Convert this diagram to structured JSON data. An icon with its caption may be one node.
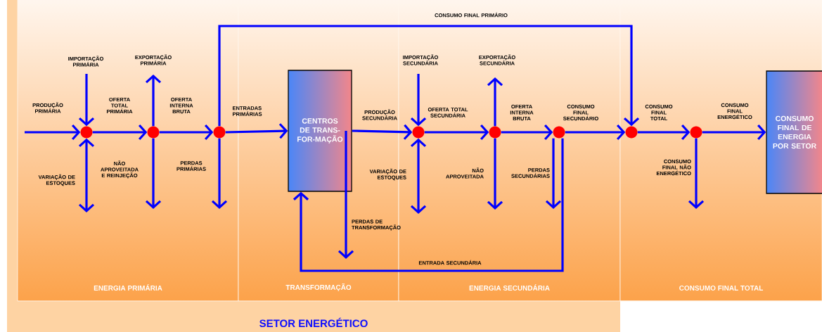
{
  "diagram": {
    "nodes": [
      {
        "text": [
          "SETOR ENERGÉTICO"
        ]
      },
      {
        "text": [
          "ENERGIA PRIMÁRIA"
        ],
        "in": 0
      },
      {
        "text": [],
        "shape": "circle",
        "in": 1
      },
      {
        "text": [],
        "shape": "circle",
        "in": 1
      },
      {
        "text": [],
        "shape": "circle",
        "in": 1
      },
      {
        "text": [
          "TRANSFORMAÇÃO"
        ],
        "in": 0
      },
      {
        "text": [
          "CENTROS DE TRANS-FOR-MAÇÃO"
        ],
        "in": 5
      },
      {
        "text": [
          "ENERGIA SECUNDÁRIA"
        ],
        "in": 0
      },
      {
        "text": [],
        "shape": "circle",
        "in": 7
      },
      {
        "text": [],
        "shape": "circle",
        "in": 7
      },
      {
        "text": [],
        "shape": "circle",
        "in": 7
      },
      {
        "text": [
          "CONSUMO FINAL TOTAL"
        ]
      },
      {
        "text": [],
        "shape": "circle",
        "in": 11
      },
      {
        "text": [],
        "shape": "circle",
        "in": 11
      },
      {
        "text": [
          "CONSUMO FINAL DE ENERGIA POR SETOR"
        ],
        "in": 11
      }
    ],
    "edges": [
      {
        "from": null,
        "to": 2,
        "arrow": "to",
        "label": "PRODUÇÃO PRIMÁRIA"
      },
      {
        "from": null,
        "to": 2,
        "arrow": "to",
        "label": "IMPORTAÇÃO PRIMÁRIA"
      },
      {
        "from": 2,
        "to": null,
        "arrow": "both",
        "label": "VARIAÇÃO DE ESTOQUES"
      },
      {
        "from": 2,
        "to": 3,
        "arrow": "to",
        "label": "OFERTA TOTAL PRIMÁRIA"
      },
      {
        "from": 3,
        "to": null,
        "arrow": "to",
        "label": "EXPORTAÇÃO PRIMÁRIA"
      },
      {
        "from": 3,
        "to": null,
        "arrow": "to",
        "label": "NÃO APROVEITADA E REINJEÇÃO"
      },
      {
        "from": 3,
        "to": 4,
        "arrow": "to",
        "label": "OFERTA INTERNA BRUTA"
      },
      {
        "from": 4,
        "to": null,
        "arrow": "to",
        "label": "PERDAS PRIMÁRIAS"
      },
      {
        "from": 4,
        "to": 6,
        "arrow": "to",
        "label": "ENTRADAS PRIMÁRIAS"
      },
      {
        "from": 4,
        "to": 12,
        "arrow": "to",
        "label": "CONSUMO FINAL PRIMÁRIO"
      },
      {
        "from": 6,
        "to": 8,
        "arrow": "to",
        "label": "PRODUÇÃO SECUNDÁRIA"
      },
      {
        "from": 6,
        "to": null,
        "arrow": "to",
        "label": "PERDAS DE TRANSFORMAÇÃO"
      },
      {
        "from": null,
        "to": 8,
        "arrow": "to",
        "label": "IMPORTAÇÃO SECUNDÁRIA"
      },
      {
        "from": 8,
        "to": null,
        "arrow": "both",
        "label": "VARIAÇÃO DE ESTOQUES"
      },
      {
        "from": 8,
        "to": 9,
        "arrow": "to",
        "label": "OFERTA TOTAL SECUNDÁRIA"
      },
      {
        "from": 9,
        "to": null,
        "arrow": "to",
        "label": "EXPORTAÇÃO SECUNDÁRIA"
      },
      {
        "from": 9,
        "to": null,
        "arrow": "to",
        "label": "NÃO APROVEITADA"
      },
      {
        "from": 9,
        "to": 10,
        "arrow": "to",
        "label": "OFERTA INTERNA BRUTA"
      },
      {
        "from": 10,
        "to": null,
        "arrow": "to",
        "label": "PERDAS SECUNDÁRIAS"
      },
      {
        "from": 10,
        "to": 6,
        "arrow": "to",
        "label": "ENTRADA SECUNDÁRIA"
      },
      {
        "from": 10,
        "to": 12,
        "arrow": "to",
        "label": "CONSUMO FINAL SECUNDÁRIO"
      },
      {
        "from": 12,
        "to": 13,
        "arrow": "to",
        "label": "CONSUMO FINAL TOTAL"
      },
      {
        "from": 13,
        "to": null,
        "arrow": "to",
        "label": "CONSUMO FINAL NÃO ENERGÉTICO"
      },
      {
        "from": 13,
        "to": 14,
        "arrow": "to",
        "label": "CONSUMO FINAL ENERGÉTICO"
      }
    ]
  }
}
